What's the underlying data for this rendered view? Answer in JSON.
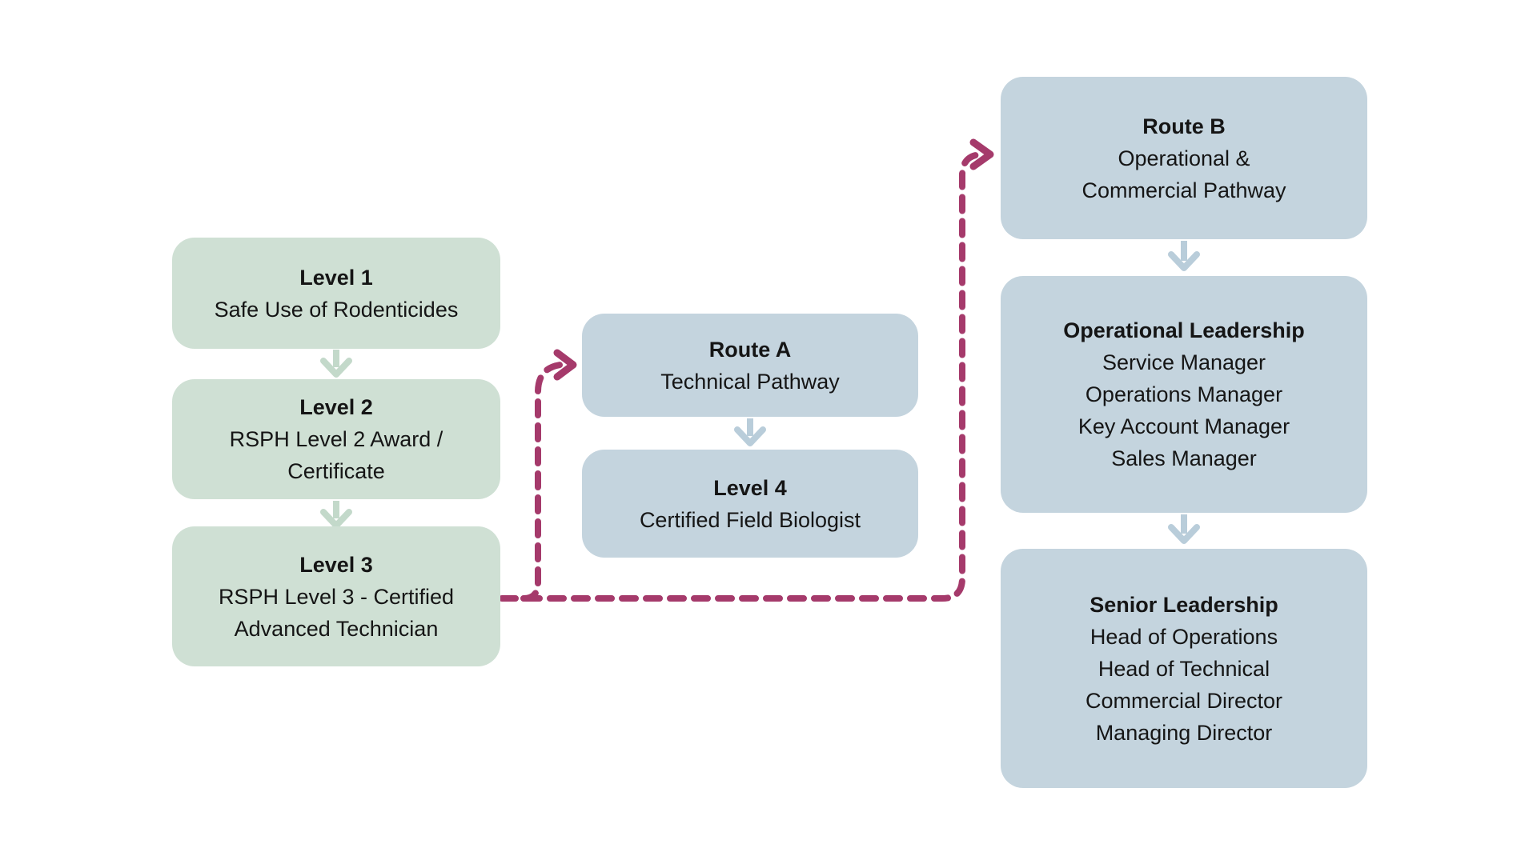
{
  "diagram": {
    "background": "#ffffff",
    "colors": {
      "green_box": "#cfe0d4",
      "blue_box": "#c4d4de",
      "green_arrow": "#c3d9ca",
      "blue_arrow": "#b9cdda",
      "dashed_arrow": "#a53a6b",
      "text": "#151515"
    },
    "nodes": {
      "level1": {
        "title": "Level 1",
        "lines": [
          "Safe Use of Rodenticides"
        ]
      },
      "level2": {
        "title": "Level 2",
        "lines": [
          "RSPH Level 2 Award /",
          "Certificate"
        ]
      },
      "level3": {
        "title": "Level 3",
        "lines": [
          "RSPH Level 3 - Certified",
          "Advanced Technician"
        ]
      },
      "route_a": {
        "title": "Route A",
        "lines": [
          "Technical Pathway"
        ]
      },
      "level4": {
        "title": "Level 4",
        "lines": [
          "Certified Field Biologist"
        ]
      },
      "route_b": {
        "title": "Route B",
        "lines": [
          "Operational &",
          "Commercial Pathway"
        ]
      },
      "operational_leadership": {
        "title": "Operational Leadership",
        "lines": [
          "Service Manager",
          "Operations Manager",
          "Key Account Manager",
          "Sales Manager"
        ]
      },
      "senior_leadership": {
        "title": "Senior Leadership",
        "lines": [
          "Head of Operations",
          "Head of Technical",
          "Commercial Director",
          "Managing Director"
        ]
      }
    },
    "edges": [
      {
        "from": "level1",
        "to": "level2",
        "style": "solid-green"
      },
      {
        "from": "level2",
        "to": "level3",
        "style": "solid-green"
      },
      {
        "from": "route_a",
        "to": "level4",
        "style": "solid-blue"
      },
      {
        "from": "route_b",
        "to": "operational_leadership",
        "style": "solid-blue"
      },
      {
        "from": "operational_leadership",
        "to": "senior_leadership",
        "style": "solid-blue"
      },
      {
        "from": "level3",
        "to": "route_a",
        "style": "dashed-magenta"
      },
      {
        "from": "level3",
        "to": "route_b",
        "style": "dashed-magenta"
      }
    ]
  }
}
